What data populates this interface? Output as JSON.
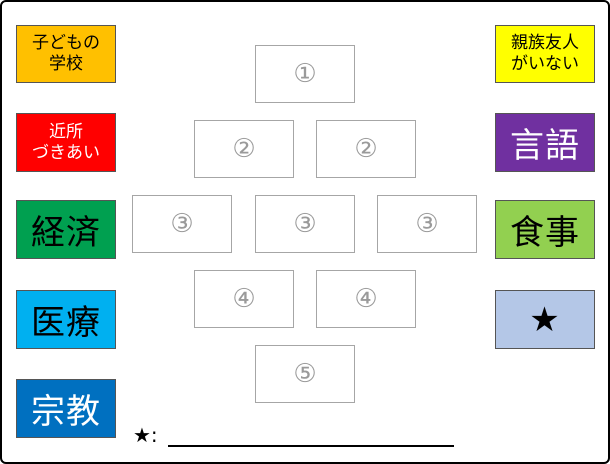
{
  "left_cards": [
    {
      "label_line1": "子どもの",
      "label_line2": "学校",
      "bg": "#FFC000",
      "fg": "#000000"
    },
    {
      "label_line1": "近所",
      "label_line2": "づきあい",
      "bg": "#FF0000",
      "fg": "#FFFFFF"
    },
    {
      "label": "経済",
      "bg": "#00A050",
      "fg": "#000000"
    },
    {
      "label": "医療",
      "bg": "#00B0F0",
      "fg": "#000000"
    },
    {
      "label": "宗教",
      "bg": "#0070C0",
      "fg": "#FFFFFF"
    }
  ],
  "right_cards": [
    {
      "label_line1": "親族友人",
      "label_line2": "がいない",
      "bg": "#FFFF00",
      "fg": "#000000"
    },
    {
      "label": "言語",
      "bg": "#7030A0",
      "fg": "#FFFFFF"
    },
    {
      "label": "食事",
      "bg": "#92D050",
      "fg": "#000000"
    },
    {
      "label": "★",
      "bg": "#B4C7E7",
      "fg": "#000000"
    }
  ],
  "rank_slots": [
    "①",
    "②",
    "②",
    "③",
    "③",
    "③",
    "④",
    "④",
    "⑤"
  ],
  "note": {
    "label": "★:"
  }
}
